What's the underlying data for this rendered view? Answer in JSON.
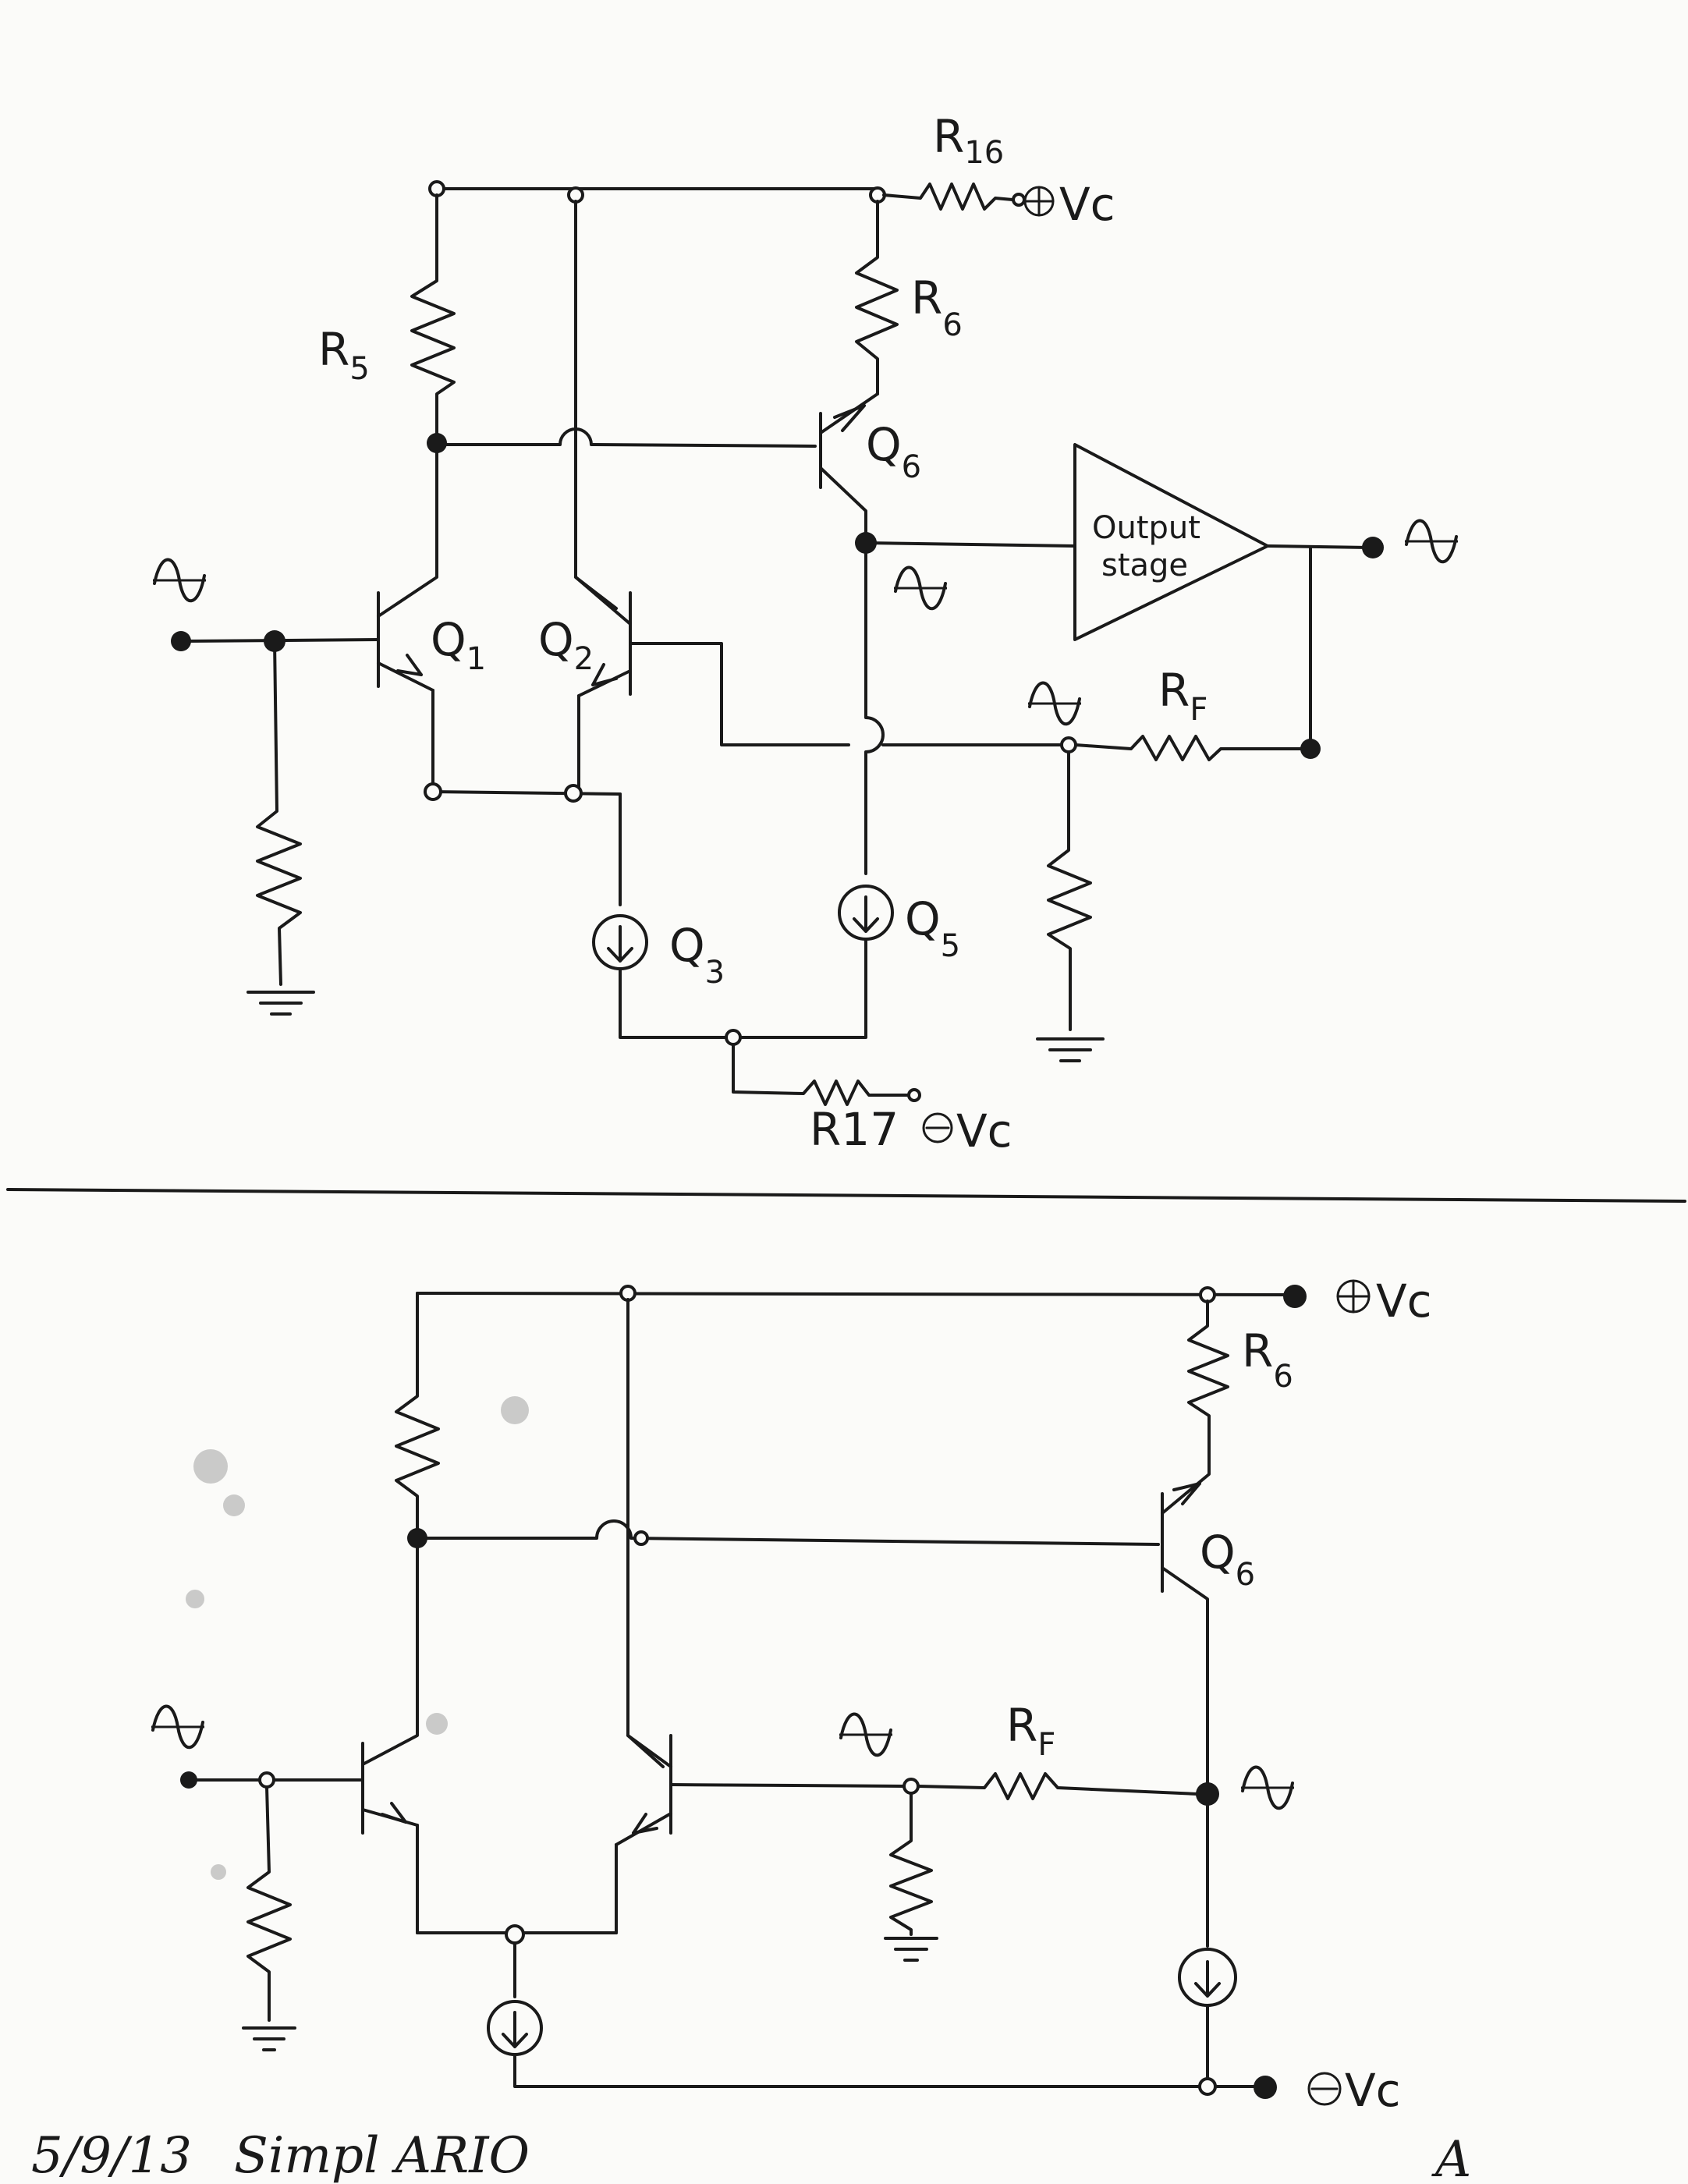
{
  "diagram_top": {
    "labels": {
      "r16": {
        "main": "R",
        "sub": "16"
      },
      "vc_pos": "Vc",
      "r5": {
        "main": "R",
        "sub": "5"
      },
      "r6": {
        "main": "R",
        "sub": "6"
      },
      "q6": {
        "main": "Q",
        "sub": "6"
      },
      "q1": {
        "main": "Q",
        "sub": "1"
      },
      "q2": {
        "main": "Q",
        "sub": "2"
      },
      "q3": {
        "main": "Q",
        "sub": "3"
      },
      "q5": {
        "main": "Q",
        "sub": "5"
      },
      "rf": {
        "main": "R",
        "sub": "F"
      },
      "r17": "R17",
      "vc_neg": "Vc",
      "output_stage_line1": "Output",
      "output_stage_line2": "stage"
    }
  },
  "diagram_bottom": {
    "labels": {
      "vc_pos": "Vc",
      "r6": {
        "main": "R",
        "sub": "6"
      },
      "q6": {
        "main": "Q",
        "sub": "6"
      },
      "rf": {
        "main": "R",
        "sub": "F"
      },
      "vc_neg": "Vc"
    }
  },
  "footer": {
    "date": "5/9/13",
    "note": "Simpl ARIO",
    "initials": "A"
  },
  "colors": {
    "ink": "#1a1a1a",
    "paper": "#fbfbf9"
  }
}
